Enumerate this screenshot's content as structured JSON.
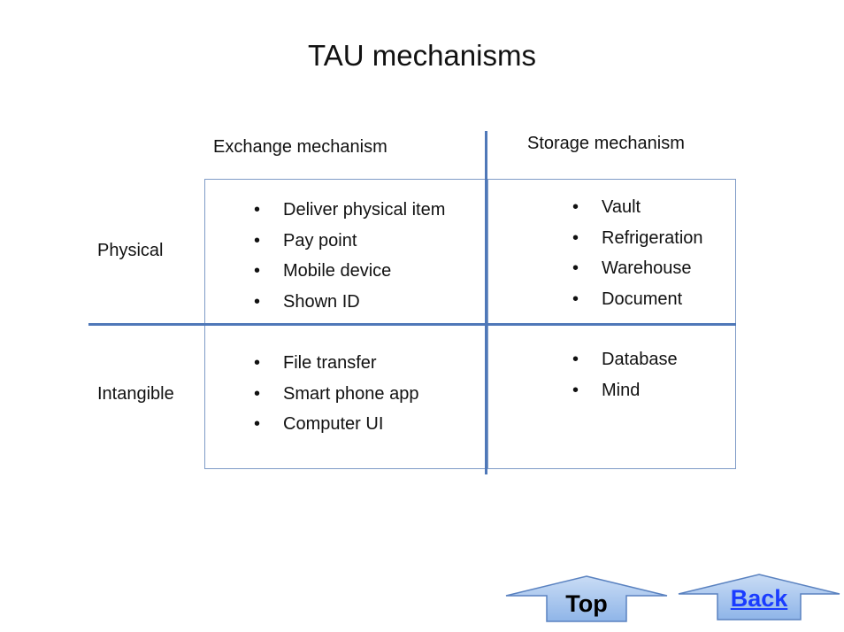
{
  "title": "TAU mechanisms",
  "columns": [
    "Exchange mechanism",
    "Storage mechanism"
  ],
  "rows": [
    "Physical",
    "Intangible"
  ],
  "cells": {
    "physical_exchange": [
      "Deliver physical item",
      "Pay point",
      "Mobile device",
      "Shown ID"
    ],
    "physical_storage": [
      "Vault",
      "Refrigeration",
      "Warehouse",
      "Document"
    ],
    "intangible_exchange": [
      "File transfer",
      "Smart phone app",
      "Computer UI"
    ],
    "intangible_storage": [
      "Database",
      "Mind"
    ]
  },
  "nav": {
    "top_label": "Top",
    "back_label": "Back"
  },
  "colors": {
    "axis": "#4f78b8",
    "cell_border": "#7f9bc7",
    "button_fill": "#a9c9f2",
    "back_link": "#1a3cff"
  }
}
